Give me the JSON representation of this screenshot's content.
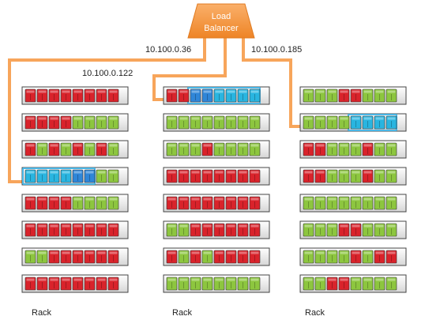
{
  "load_balancer": {
    "line1": "Load",
    "line2": "Balancer",
    "color": "#F7963C"
  },
  "connection_color": "#F7A55B",
  "ip_labels": {
    "left": "10.100.0.122",
    "middle": "10.100.0.36",
    "right": "10.100.0.185"
  },
  "colors": {
    "R": "#D9232B",
    "G": "#8DC63F",
    "B": "#2F86D8",
    "C": "#29B5E0",
    "highlight": "#49B6E6"
  },
  "racks": [
    {
      "label": "Rack",
      "rows": [
        "RRRRRRRR",
        "RRRRGGGG",
        "RGRGRGRG",
        "CCCCBBGG",
        "RRRRGGGG",
        "RRRRRRRR",
        "GGRRRRRR",
        "RRRRRRRR"
      ],
      "highlights": [
        {
          "row": 3,
          "from": 0,
          "to": 6
        }
      ]
    },
    {
      "label": "Rack",
      "rows": [
        "RRBBCCCC",
        "GGGGGGGG",
        "GGGRGGGG",
        "RRRRRRRR",
        "RRRRRRRR",
        "GGRRRRRR",
        "RGRGRRRR",
        "GGGGGGGG"
      ],
      "highlights": [
        {
          "row": 0,
          "from": 2,
          "to": 8
        }
      ]
    },
    {
      "label": "Rack",
      "rows": [
        "GGGRRGGG",
        "GGGGCCCC",
        "RRGGGRGG",
        "RRGGGRGG",
        "GGGGGGGG",
        "GGGRRGGG",
        "GGGGRGRR",
        "GGRRGGGG"
      ],
      "highlights": [
        {
          "row": 1,
          "from": 4,
          "to": 8
        }
      ]
    }
  ]
}
